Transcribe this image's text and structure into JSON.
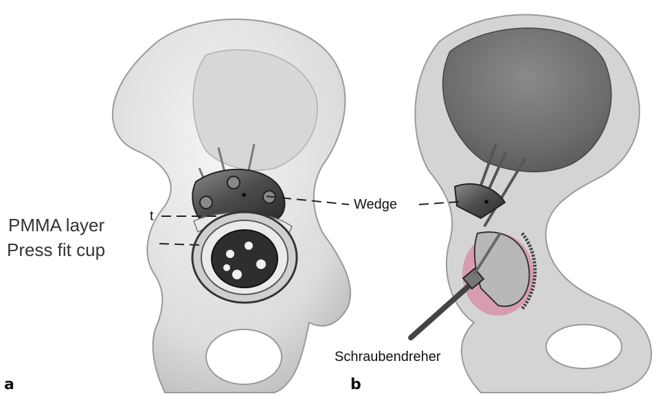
{
  "labels": {
    "pmma_layer": "PMMA layer",
    "press_fit_cup": "Press fit cup",
    "wedge": "Wedge",
    "screwdriver": "Schraubendreher",
    "cut_fragment": "t",
    "panel_a": "a",
    "panel_b": "b"
  },
  "colors": {
    "bone_light": "#e6e6e6",
    "bone_shade": "#b9b9b9",
    "bone_dark": "#6f6f6f",
    "metal": "#4a4a4a",
    "pink_tissue": "#d98aa6",
    "line": "#222222"
  }
}
